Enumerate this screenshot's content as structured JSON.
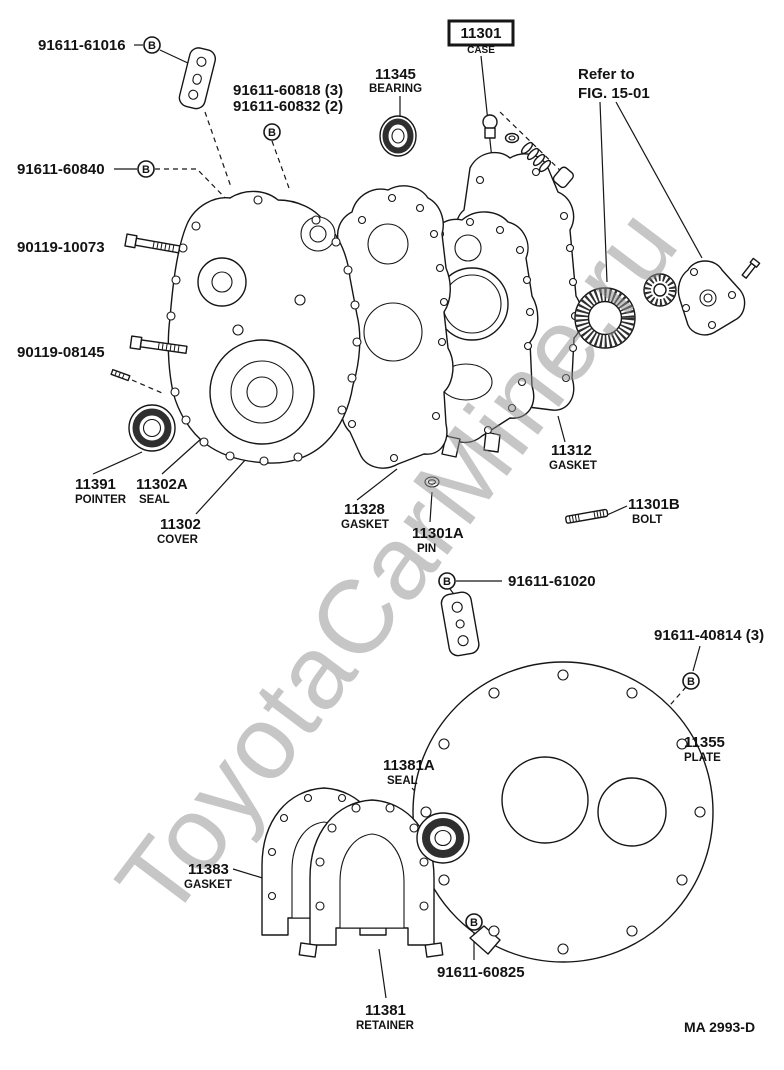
{
  "watermark": "ToyotaCarMine.ru",
  "doc_code": "MA 2993-D",
  "refer": {
    "line1": "Refer to",
    "line2": "FIG. 15-01"
  },
  "symbol_b": "B",
  "parts": {
    "case": {
      "num": "11301",
      "name": "CASE"
    },
    "bearing": {
      "num": "11345",
      "name": "BEARING"
    },
    "pointer": {
      "num": "11391",
      "name": "POINTER"
    },
    "seal_a": {
      "num": "11302A",
      "name": "SEAL"
    },
    "cover": {
      "num": "11302",
      "name": "COVER"
    },
    "gasket_28": {
      "num": "11328",
      "name": "GASKET"
    },
    "pin": {
      "num": "11301A",
      "name": "PIN"
    },
    "gasket_12": {
      "num": "11312",
      "name": "GASKET"
    },
    "bolt_b": {
      "num": "11301B",
      "name": "BOLT"
    },
    "plate": {
      "num": "11355",
      "name": "PLATE"
    },
    "seal_81a": {
      "num": "11381A",
      "name": "SEAL"
    },
    "gasket_83": {
      "num": "11383",
      "name": "GASKET"
    },
    "retainer": {
      "num": "11381",
      "name": "RETAINER"
    }
  },
  "fasteners": {
    "b61016": "91611-61016",
    "b60818": "91611-60818 (3)",
    "b60832": "91611-60832 (2)",
    "b60840": "91611-60840",
    "n10073": "90119-10073",
    "n08145": "90119-08145",
    "b61020": "91611-61020",
    "b40814": "91611-40814 (3)",
    "b60825": "91611-60825"
  }
}
